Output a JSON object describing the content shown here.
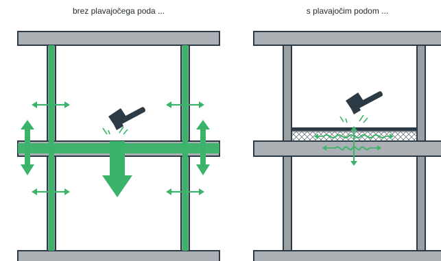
{
  "captions": {
    "left": "brez plavajočega poda ...",
    "right": "s plavajočim podom ..."
  },
  "colors": {
    "slab_fill": "#aab0b3",
    "wall_fill": "#9aa1a5",
    "outline": "#2b3a44",
    "sound_green": "#3bb36b",
    "hammer": "#2b3a44",
    "background": "#ffffff"
  },
  "icons": {
    "hammer": "hammer-icon",
    "vibration": "vibration-lines",
    "insulation": "insulation-mesh"
  }
}
